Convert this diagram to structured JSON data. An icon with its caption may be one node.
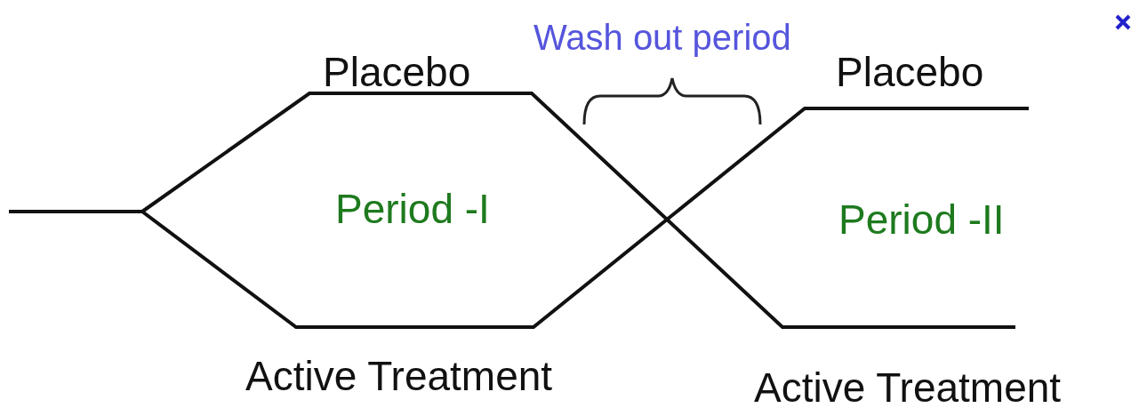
{
  "diagram": {
    "labels": [
      "Wash out period",
      "Placebo",
      "Placebo",
      "Period -I",
      "Period -II",
      "Active Treatment",
      "Active Treatment"
    ]
  }
}
